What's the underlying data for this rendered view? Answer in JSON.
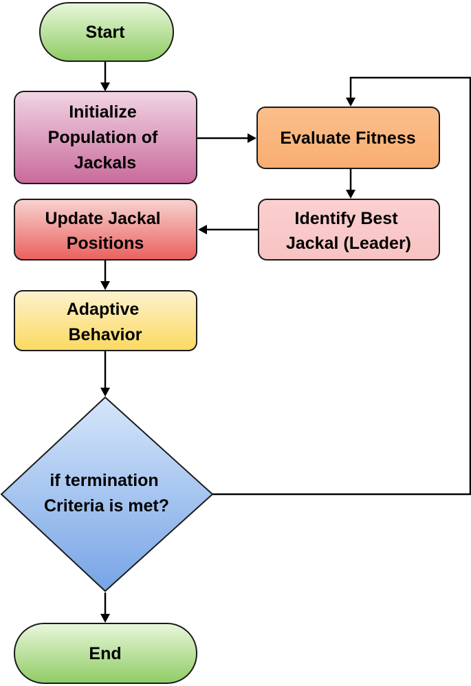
{
  "diagram": {
    "nodes": {
      "start": {
        "lines": [
          "Start"
        ],
        "shape": "terminator",
        "color_top": "#e9f7dc",
        "color_bottom": "#8fcc64"
      },
      "initialize": {
        "lines": [
          "Initialize",
          "Population of",
          "Jackals"
        ],
        "shape": "process",
        "color_top": "#f1d5e4",
        "color_bottom": "#c96a9b"
      },
      "evaluate": {
        "lines": [
          "Evaluate Fitness"
        ],
        "shape": "process",
        "color_top": "#fbbf8c",
        "color_bottom": "#f8ad70"
      },
      "identify": {
        "lines": [
          "Identify Best",
          "Jackal (Leader)"
        ],
        "shape": "process",
        "color_top": "#fbd0d0",
        "color_bottom": "#f8c2c2"
      },
      "update": {
        "lines": [
          "Update Jackal",
          "Positions"
        ],
        "shape": "process",
        "color_top": "#f7d3d0",
        "color_bottom": "#e9615f"
      },
      "adaptive": {
        "lines": [
          "Adaptive",
          "Behavior"
        ],
        "shape": "process",
        "color_top": "#fdf2cd",
        "color_bottom": "#fbd960"
      },
      "decision": {
        "lines": [
          "if termination",
          "Criteria is met?"
        ],
        "shape": "decision",
        "color_top": "#d6e6fa",
        "color_bottom": "#77a4e6"
      },
      "end": {
        "lines": [
          "End"
        ],
        "shape": "terminator",
        "color_top": "#e9f7dc",
        "color_bottom": "#8fcc64"
      }
    },
    "edges": [
      {
        "from": "start",
        "to": "initialize"
      },
      {
        "from": "initialize",
        "to": "evaluate"
      },
      {
        "from": "evaluate",
        "to": "identify"
      },
      {
        "from": "identify",
        "to": "update"
      },
      {
        "from": "update",
        "to": "adaptive"
      },
      {
        "from": "adaptive",
        "to": "decision"
      },
      {
        "from": "decision",
        "to": "evaluate"
      },
      {
        "from": "decision",
        "to": "end"
      }
    ]
  }
}
